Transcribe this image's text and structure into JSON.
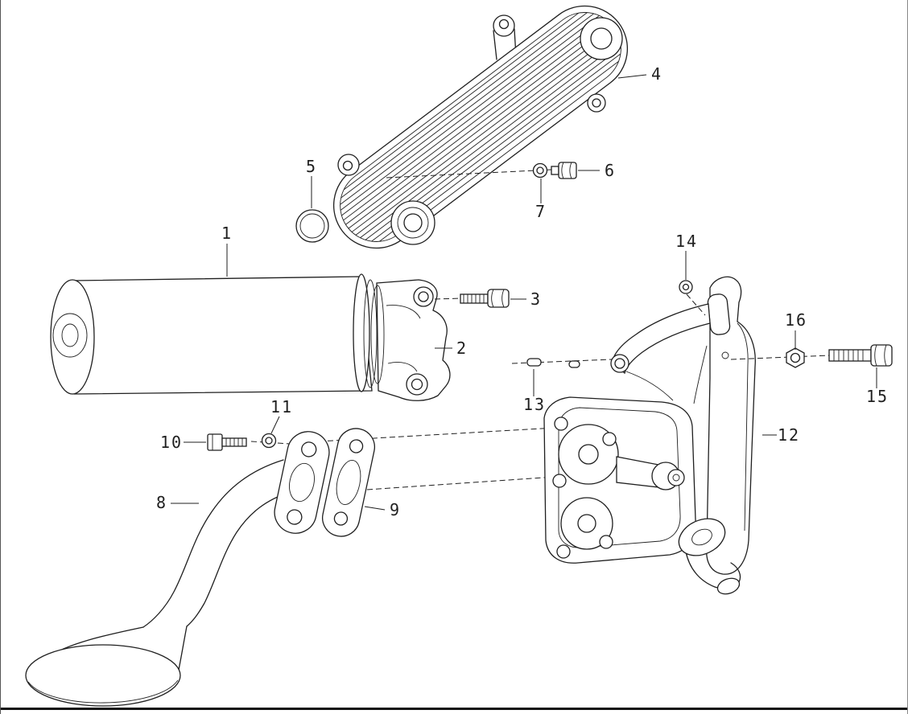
{
  "parts": [
    {
      "label": "1"
    },
    {
      "label": "2"
    },
    {
      "label": "3"
    },
    {
      "label": "4"
    },
    {
      "label": "5"
    },
    {
      "label": "6"
    },
    {
      "label": "7"
    },
    {
      "label": "8"
    },
    {
      "label": "9"
    },
    {
      "label": "10"
    },
    {
      "label": "11"
    },
    {
      "label": "12"
    },
    {
      "label": "13"
    },
    {
      "label": "14"
    },
    {
      "label": "15"
    },
    {
      "label": "16"
    }
  ]
}
